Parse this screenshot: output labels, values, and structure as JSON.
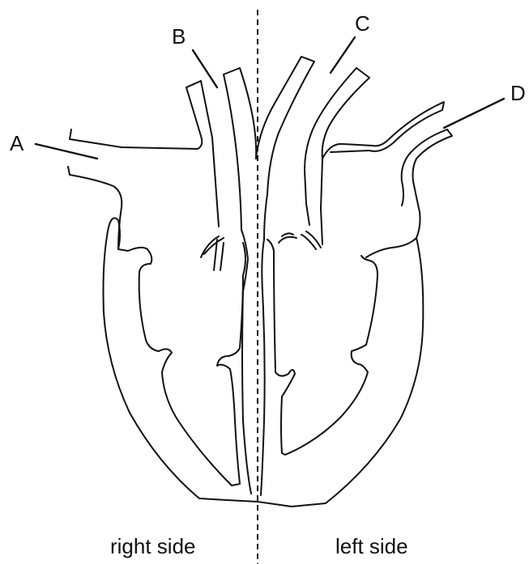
{
  "labels": {
    "a": "A",
    "b": "B",
    "c": "C",
    "d": "D"
  },
  "captions": {
    "right": "right side",
    "left": "left side"
  }
}
